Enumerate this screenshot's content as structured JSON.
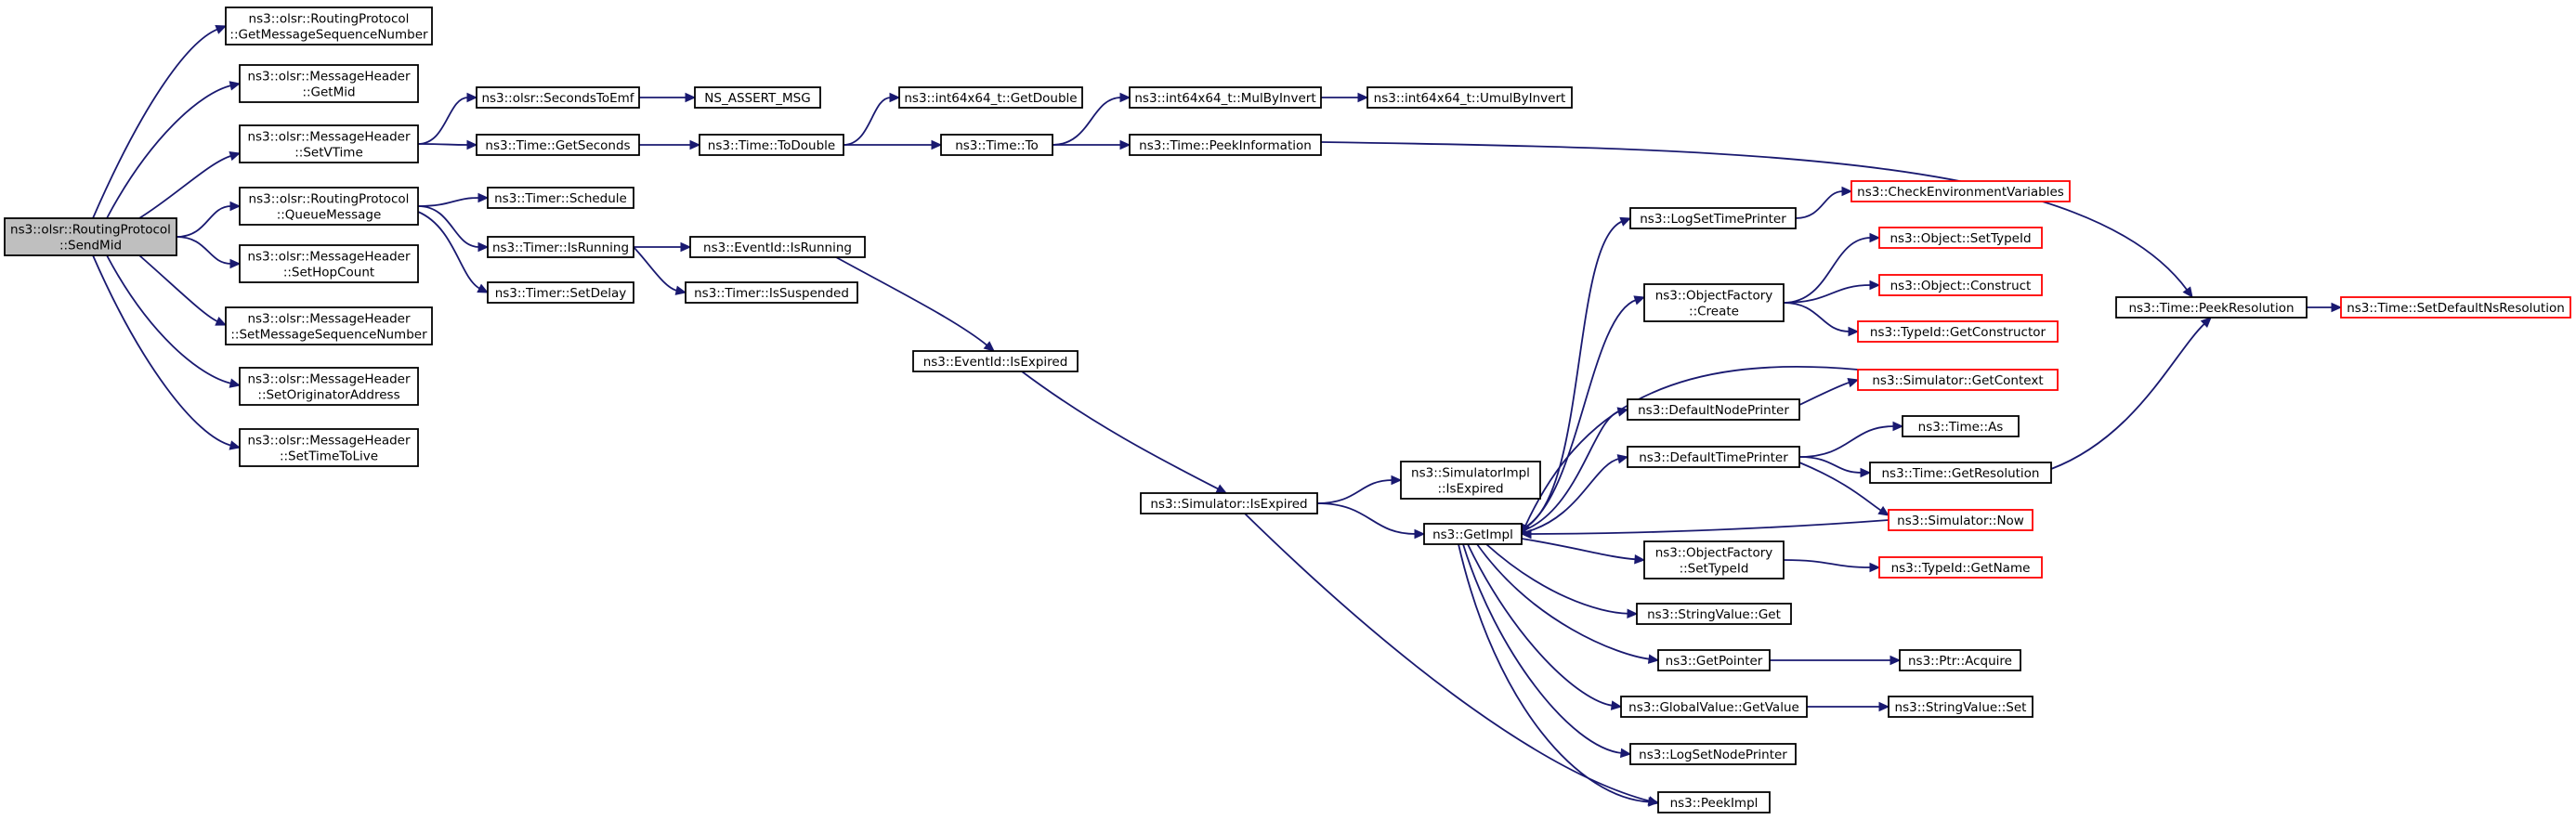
{
  "colors": {
    "edge": "#191970",
    "node_border": "#000000",
    "external_border": "#ff0000",
    "root_fill": "#bfbfbf",
    "node_fill": "#ffffff"
  },
  "nodes": [
    {
      "id": "sendmid",
      "lines": [
        "ns3::olsr::RoutingProtocol",
        "::SendMid"
      ],
      "kind": "root"
    },
    {
      "id": "getmsgseq",
      "lines": [
        "ns3::olsr::RoutingProtocol",
        "::GetMessageSequenceNumber"
      ],
      "kind": "normal"
    },
    {
      "id": "getmid",
      "lines": [
        "ns3::olsr::MessageHeader",
        "::GetMid"
      ],
      "kind": "normal"
    },
    {
      "id": "setvtime",
      "lines": [
        "ns3::olsr::MessageHeader",
        "::SetVTime"
      ],
      "kind": "normal"
    },
    {
      "id": "queuemsg",
      "lines": [
        "ns3::olsr::RoutingProtocol",
        "::QueueMessage"
      ],
      "kind": "normal"
    },
    {
      "id": "sethopcount",
      "lines": [
        "ns3::olsr::MessageHeader",
        "::SetHopCount"
      ],
      "kind": "normal"
    },
    {
      "id": "setmsgseq",
      "lines": [
        "ns3::olsr::MessageHeader",
        "::SetMessageSequenceNumber"
      ],
      "kind": "normal"
    },
    {
      "id": "setorig",
      "lines": [
        "ns3::olsr::MessageHeader",
        "::SetOriginatorAddress"
      ],
      "kind": "normal"
    },
    {
      "id": "setttl",
      "lines": [
        "ns3::olsr::MessageHeader",
        "::SetTimeToLive"
      ],
      "kind": "normal"
    },
    {
      "id": "secondstoemf",
      "lines": [
        "ns3::olsr::SecondsToEmf"
      ],
      "kind": "normal"
    },
    {
      "id": "gettimeseconds",
      "lines": [
        "ns3::Time::GetSeconds"
      ],
      "kind": "normal"
    },
    {
      "id": "timerschedule",
      "lines": [
        "ns3::Timer::Schedule"
      ],
      "kind": "normal"
    },
    {
      "id": "timerisrunning",
      "lines": [
        "ns3::Timer::IsRunning"
      ],
      "kind": "normal"
    },
    {
      "id": "timersetdelay",
      "lines": [
        "ns3::Timer::SetDelay"
      ],
      "kind": "normal"
    },
    {
      "id": "nsassert",
      "lines": [
        "NS_ASSERT_MSG"
      ],
      "kind": "normal"
    },
    {
      "id": "todouble",
      "lines": [
        "ns3::Time::ToDouble"
      ],
      "kind": "normal"
    },
    {
      "id": "eventidisrunning",
      "lines": [
        "ns3::EventId::IsRunning"
      ],
      "kind": "normal"
    },
    {
      "id": "timerissuspended",
      "lines": [
        "ns3::Timer::IsSuspended"
      ],
      "kind": "normal"
    },
    {
      "id": "getdouble",
      "lines": [
        "ns3::int64x64_t::GetDouble"
      ],
      "kind": "normal"
    },
    {
      "id": "timeto",
      "lines": [
        "ns3::Time::To"
      ],
      "kind": "normal"
    },
    {
      "id": "eventidisexpired",
      "lines": [
        "ns3::EventId::IsExpired"
      ],
      "kind": "normal"
    },
    {
      "id": "mulbyinvert",
      "lines": [
        "ns3::int64x64_t::MulByInvert"
      ],
      "kind": "normal"
    },
    {
      "id": "peekinfo",
      "lines": [
        "ns3::Time::PeekInformation"
      ],
      "kind": "normal"
    },
    {
      "id": "umulbyinvert",
      "lines": [
        "ns3::int64x64_t::UmulByInvert"
      ],
      "kind": "normal"
    },
    {
      "id": "simisexpired",
      "lines": [
        "ns3::Simulator::IsExpired"
      ],
      "kind": "normal"
    },
    {
      "id": "simimplisexpired",
      "lines": [
        "ns3::SimulatorImpl",
        "::IsExpired"
      ],
      "kind": "normal"
    },
    {
      "id": "getimpl",
      "lines": [
        "ns3::GetImpl"
      ],
      "kind": "normal"
    },
    {
      "id": "logsettimeprinter",
      "lines": [
        "ns3::LogSetTimePrinter"
      ],
      "kind": "normal"
    },
    {
      "id": "objfactorycreate",
      "lines": [
        "ns3::ObjectFactory",
        "::Create"
      ],
      "kind": "normal"
    },
    {
      "id": "defaultnodeprinter",
      "lines": [
        "ns3::DefaultNodePrinter"
      ],
      "kind": "normal"
    },
    {
      "id": "defaulttimeprinter",
      "lines": [
        "ns3::DefaultTimePrinter"
      ],
      "kind": "normal"
    },
    {
      "id": "objfactorysettypeid",
      "lines": [
        "ns3::ObjectFactory",
        "::SetTypeId"
      ],
      "kind": "normal"
    },
    {
      "id": "stringvalueget",
      "lines": [
        "ns3::StringValue::Get"
      ],
      "kind": "normal"
    },
    {
      "id": "getpointer",
      "lines": [
        "ns3::GetPointer"
      ],
      "kind": "normal"
    },
    {
      "id": "globalvaluegetvalue",
      "lines": [
        "ns3::GlobalValue::GetValue"
      ],
      "kind": "normal"
    },
    {
      "id": "logsetnodeprinter",
      "lines": [
        "ns3::LogSetNodePrinter"
      ],
      "kind": "normal"
    },
    {
      "id": "peekimpl",
      "lines": [
        "ns3::PeekImpl"
      ],
      "kind": "normal"
    },
    {
      "id": "checkenv",
      "lines": [
        "ns3::CheckEnvironmentVariables"
      ],
      "kind": "external"
    },
    {
      "id": "objsettypeid",
      "lines": [
        "ns3::Object::SetTypeId"
      ],
      "kind": "external"
    },
    {
      "id": "objconstruct",
      "lines": [
        "ns3::Object::Construct"
      ],
      "kind": "external"
    },
    {
      "id": "typeidgetconstructor",
      "lines": [
        "ns3::TypeId::GetConstructor"
      ],
      "kind": "external"
    },
    {
      "id": "simgetcontext",
      "lines": [
        "ns3::Simulator::GetContext"
      ],
      "kind": "external"
    },
    {
      "id": "timeas",
      "lines": [
        "ns3::Time::As"
      ],
      "kind": "normal"
    },
    {
      "id": "timegetresolution",
      "lines": [
        "ns3::Time::GetResolution"
      ],
      "kind": "normal"
    },
    {
      "id": "simnow",
      "lines": [
        "ns3::Simulator::Now"
      ],
      "kind": "external"
    },
    {
      "id": "typeidgetname",
      "lines": [
        "ns3::TypeId::GetName"
      ],
      "kind": "external"
    },
    {
      "id": "ptracquire",
      "lines": [
        "ns3::Ptr::Acquire"
      ],
      "kind": "normal"
    },
    {
      "id": "stringvalueset",
      "lines": [
        "ns3::StringValue::Set"
      ],
      "kind": "normal"
    },
    {
      "id": "peekresolution",
      "lines": [
        "ns3::Time::PeekResolution"
      ],
      "kind": "normal"
    },
    {
      "id": "setdefaultnsres",
      "lines": [
        "ns3::Time::SetDefaultNsResolution"
      ],
      "kind": "external"
    }
  ],
  "edges": [
    [
      "sendmid",
      "getmsgseq"
    ],
    [
      "sendmid",
      "getmid"
    ],
    [
      "sendmid",
      "setvtime"
    ],
    [
      "sendmid",
      "queuemsg"
    ],
    [
      "sendmid",
      "sethopcount"
    ],
    [
      "sendmid",
      "setmsgseq"
    ],
    [
      "sendmid",
      "setorig"
    ],
    [
      "sendmid",
      "setttl"
    ],
    [
      "setvtime",
      "secondstoemf"
    ],
    [
      "setvtime",
      "gettimeseconds"
    ],
    [
      "secondstoemf",
      "nsassert"
    ],
    [
      "gettimeseconds",
      "todouble"
    ],
    [
      "todouble",
      "getdouble"
    ],
    [
      "todouble",
      "timeto"
    ],
    [
      "timeto",
      "mulbyinvert"
    ],
    [
      "timeto",
      "peekinfo"
    ],
    [
      "mulbyinvert",
      "umulbyinvert"
    ],
    [
      "peekinfo",
      "peekresolution"
    ],
    [
      "queuemsg",
      "timerschedule"
    ],
    [
      "queuemsg",
      "timerisrunning"
    ],
    [
      "queuemsg",
      "timersetdelay"
    ],
    [
      "timerisrunning",
      "eventidisrunning"
    ],
    [
      "timerisrunning",
      "timerissuspended"
    ],
    [
      "eventidisrunning",
      "eventidisexpired"
    ],
    [
      "eventidisexpired",
      "simisexpired"
    ],
    [
      "simisexpired",
      "simimplisexpired"
    ],
    [
      "simisexpired",
      "getimpl"
    ],
    [
      "simisexpired",
      "peekimpl"
    ],
    [
      "getimpl",
      "logsettimeprinter"
    ],
    [
      "getimpl",
      "objfactorycreate"
    ],
    [
      "getimpl",
      "defaultnodeprinter"
    ],
    [
      "getimpl",
      "defaulttimeprinter"
    ],
    [
      "getimpl",
      "objfactorysettypeid"
    ],
    [
      "getimpl",
      "stringvalueget"
    ],
    [
      "getimpl",
      "getpointer"
    ],
    [
      "getimpl",
      "globalvaluegetvalue"
    ],
    [
      "getimpl",
      "logsetnodeprinter"
    ],
    [
      "getimpl",
      "peekimpl"
    ],
    [
      "logsettimeprinter",
      "checkenv"
    ],
    [
      "objfactorycreate",
      "objsettypeid"
    ],
    [
      "objfactorycreate",
      "objconstruct"
    ],
    [
      "objfactorycreate",
      "typeidgetconstructor"
    ],
    [
      "simgetcontext",
      "getimpl"
    ],
    [
      "defaultnodeprinter",
      "simgetcontext"
    ],
    [
      "defaulttimeprinter",
      "timeas"
    ],
    [
      "defaulttimeprinter",
      "timegetresolution"
    ],
    [
      "defaulttimeprinter",
      "simnow"
    ],
    [
      "simnow",
      "getimpl"
    ],
    [
      "timegetresolution",
      "peekresolution"
    ],
    [
      "objfactorysettypeid",
      "typeidgetname"
    ],
    [
      "getpointer",
      "ptracquire"
    ],
    [
      "globalvaluegetvalue",
      "stringvalueset"
    ],
    [
      "peekresolution",
      "setdefaultnsres"
    ]
  ]
}
